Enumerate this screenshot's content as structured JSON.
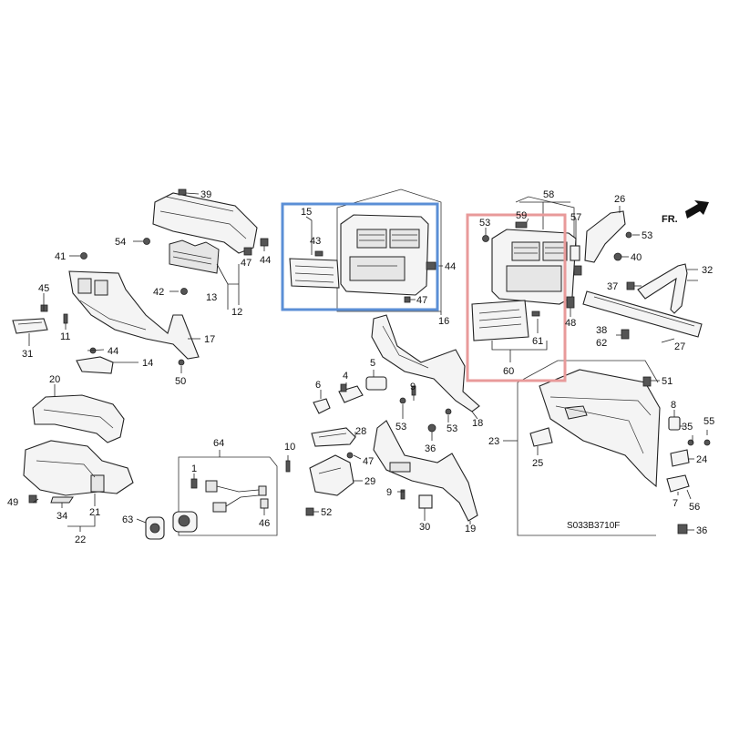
{
  "diagram_code": "S033B3710F",
  "direction_label": "FR.",
  "highlight_colors": {
    "blue": "#5b8fd6",
    "red": "#e89a9a"
  },
  "labels": [
    "39",
    "54",
    "41",
    "47",
    "44",
    "45",
    "42",
    "13",
    "12",
    "11",
    "31",
    "17",
    "44",
    "14",
    "50",
    "20",
    "64",
    "1",
    "10",
    "49",
    "34",
    "21",
    "22",
    "63",
    "46",
    "15",
    "43",
    "44",
    "47",
    "16",
    "6",
    "4",
    "5",
    "9",
    "53",
    "28",
    "47",
    "29",
    "52",
    "9",
    "30",
    "19",
    "36",
    "53",
    "18",
    "53",
    "58",
    "59",
    "57",
    "26",
    "53",
    "40",
    "FR.",
    "32",
    "37",
    "48",
    "61",
    "60",
    "27",
    "38",
    "62",
    "51",
    "23",
    "8",
    "35",
    "55",
    "25",
    "24",
    "7",
    "56",
    "36"
  ]
}
